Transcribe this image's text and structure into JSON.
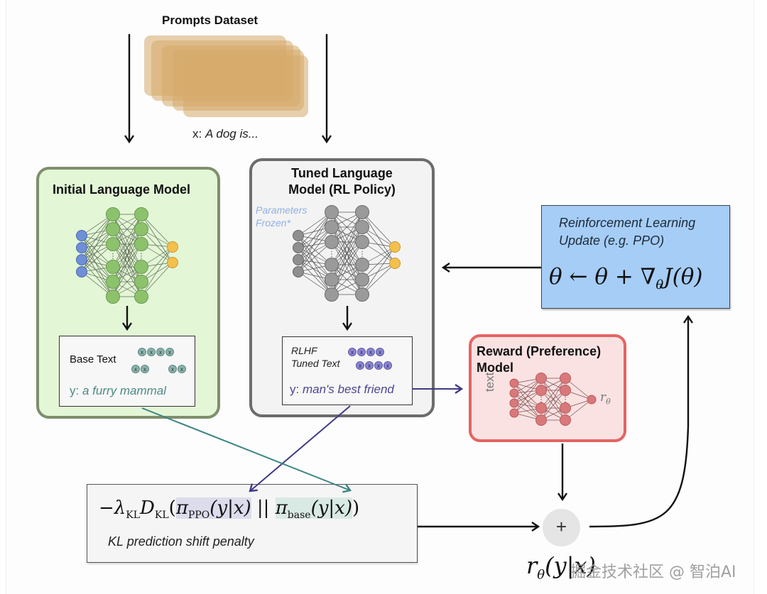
{
  "prompts_dataset": {
    "title": "Prompts Dataset",
    "input_prefix": "x: ",
    "input_example": "A dog is..."
  },
  "initial_model": {
    "title": "Initial Language Model",
    "output_label": "Base Text",
    "output_prefix": "y: ",
    "output_example": "a furry mammal",
    "token_glyph": "x",
    "colors": {
      "input": "#6f8fd6",
      "hidden": "#8cc26b",
      "output": "#f4c04c",
      "token": "#8ab3ad"
    }
  },
  "tuned_model": {
    "title_line1": "Tuned Language",
    "title_line2": "Model (RL Policy)",
    "note_line1": "Parameters",
    "note_line2": "Frozen*",
    "output_label_line1": "RLHF",
    "output_label_line2": "Tuned Text",
    "output_prefix": "y: ",
    "output_example": "man's best friend",
    "token_glyph": "x",
    "colors": {
      "input": "#8f8f8f",
      "hidden": "#9a9a9a",
      "output": "#f4c04c",
      "token": "#8b86d2"
    }
  },
  "rl_update": {
    "title_line1": "Reinforcement Learning",
    "title_line2": "Update (e.g. PPO)",
    "formula": "θ ← θ + ∇θJ(θ)",
    "formula_parts": {
      "lhs": "θ ← θ + ∇",
      "sub": "θ",
      "rhs": "J(θ)"
    }
  },
  "reward_model": {
    "title_line1": "Reward (Preference)",
    "title_line2": "Model",
    "input_label": "text",
    "output_symbol": "r",
    "output_sub": "θ",
    "colors": {
      "node": "#d9787a"
    }
  },
  "kl_penalty": {
    "formula_prefix": "−λ",
    "formula_prefix_sub": "KL",
    "formula_d": "D",
    "formula_d_sub": "KL",
    "pi_ppo": "π",
    "pi_ppo_sub": "PPO",
    "pi_base": "π",
    "pi_base_sub": "base",
    "cond": "(y|x)",
    "separator": "||",
    "caption": "KL prediction shift penalty"
  },
  "combine": {
    "operator": "+",
    "result_symbol": "r",
    "result_sub": "θ",
    "result_args": "(y|x)"
  },
  "watermark": "掘金技术社区 @ 智泊AI",
  "colors": {
    "arrow": "#111111",
    "teal_arrow": "#3b8584",
    "purple_arrow": "#3f3a86",
    "initial_border": "#7e8f6d",
    "tuned_border": "#6c6c6c",
    "reward_border": "#e46464",
    "rl_fill": "#a6cdf6"
  }
}
